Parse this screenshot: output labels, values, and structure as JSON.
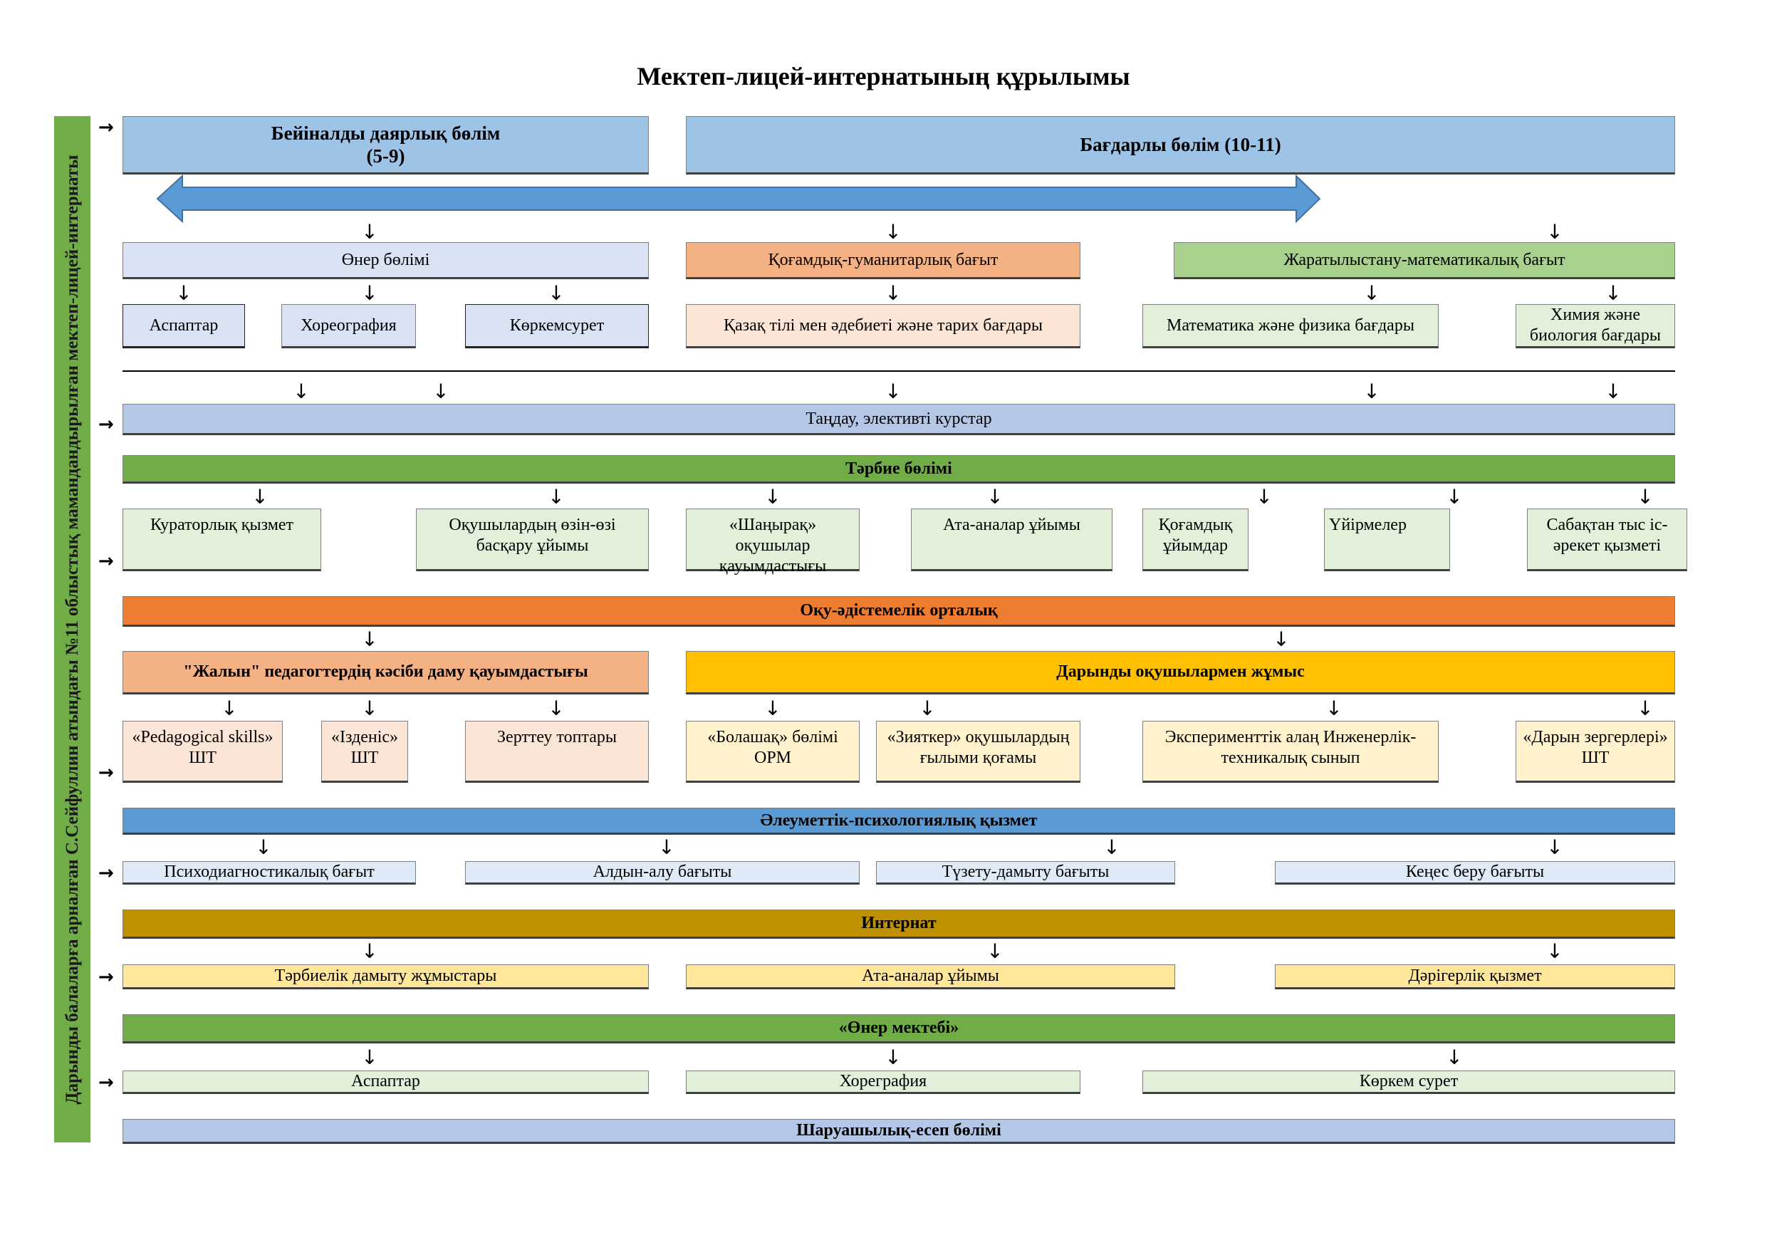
{
  "title": "Мектеп-лицей-интернатының құрылымы",
  "sidebar_label": "Дарынды балаларға арналған С.Сейфуллин атындағы №11 облыстық мамандандырылған мектеп-лицей-интернаты",
  "top": {
    "pre_profile": {
      "line1": "Бейіналды даярлық бөлім",
      "line2": "(5-9)"
    },
    "profile": "Бағдарлы бөлім (10-11)"
  },
  "directions": {
    "art": "Өнер бөлімі",
    "humanities": "Қоғамдық-гуманитарлық бағыт",
    "science": "Жаратылыстану-математикалық бағыт"
  },
  "programs": {
    "instruments": "Аспаптар",
    "choreography": "Хореография",
    "fine_art": "Көркемсурет",
    "kazakh_history": "Қазақ тілі мен әдебиеті және тарих бағдары",
    "math_physics": "Математика және физика бағдары",
    "chem_bio": "Химия және биология бағдары"
  },
  "electives": "Таңдау, элективті курстар",
  "upbringing": {
    "header": "Тәрбие бөлімі",
    "items": [
      "Кураторлық қызмет",
      "Оқушылардың өзін-өзі басқару ұйымы",
      "«Шаңырақ» оқушылар қауымдастығы",
      "Ата-аналар ұйымы",
      "Қоғамдық ұйымдар",
      "Үйірмелер",
      "Сабақтан тыс іс-әрекет қызметі"
    ]
  },
  "methodical": {
    "header": "Оқу-әдістемелік орталық",
    "zhalyn": "\"Жалын\" педагогтердің кәсіби даму қауымдастығы",
    "gifted": "Дарынды оқушылармен жұмыс",
    "items": [
      "«Pedagogical skills» ШТ",
      "«Ізденіс» ШТ",
      "Зерттеу топтары",
      "«Болашақ» бөлімі ОРМ",
      "«Зияткер» оқушылардың ғылыми қоғамы",
      "Эксперименттік алаң Инженерлік-техникалық сынып",
      "«Дарын зергерлері» ШТ"
    ]
  },
  "social_psych": {
    "header": "Әлеуметтік-психологиялық қызмет",
    "items": [
      "Психодиагностикалық бағыт",
      "Алдын-алу бағыты",
      "Түзету-дамыту бағыты",
      "Кеңес беру бағыты"
    ]
  },
  "boarding": {
    "header": "Интернат",
    "items": [
      "Тәрбиелік дамыту жұмыстары",
      "Ата-аналар ұйымы",
      "Дәрігерлік қызмет"
    ]
  },
  "art_school": {
    "header": "«Өнер мектебі»",
    "items": [
      "Аспаптар",
      "Хореграфия",
      "Көркем сурет"
    ]
  },
  "accounting": "Шаруашылық-есеп бөлімі",
  "icons": {
    "down_arrow": "↓",
    "right_arrow": "→"
  }
}
